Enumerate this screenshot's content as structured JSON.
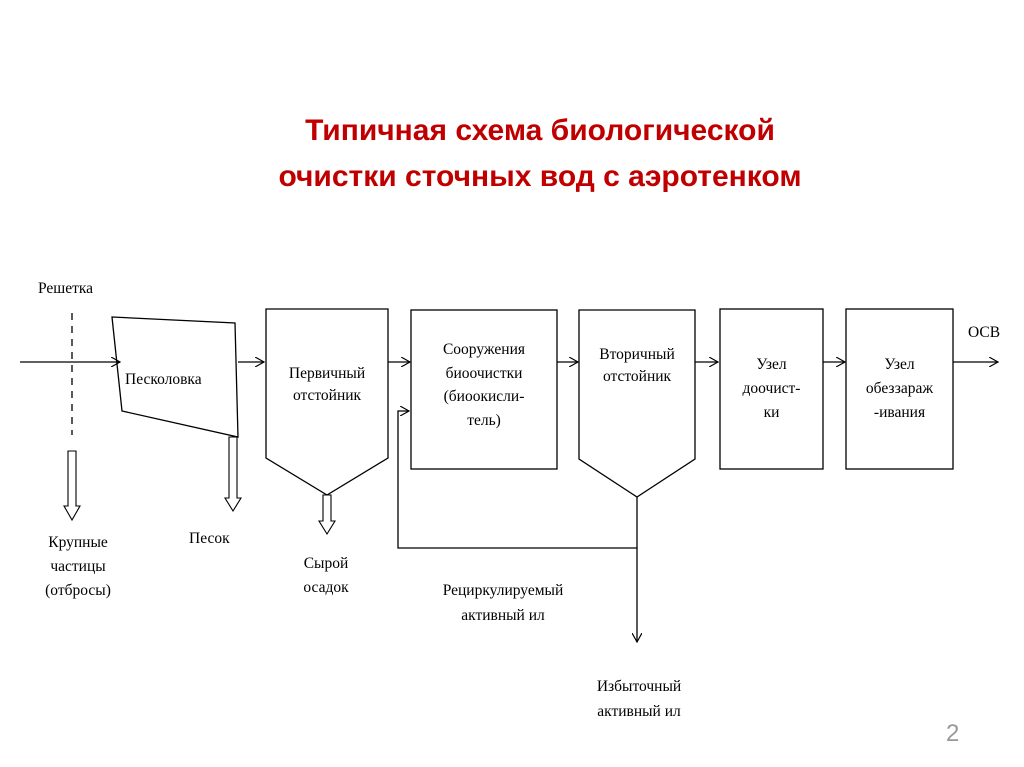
{
  "title": {
    "line1": "Типичная схема биологической",
    "line2": "очистки сточных вод с аэротенком"
  },
  "colors": {
    "title": "#c00000",
    "lines": "#000000",
    "page_number": "#999999"
  },
  "labels": {
    "screen": "Решетка",
    "sand_trap": "Песколовка",
    "primary_settler": [
      "Первичный",
      "отстойник"
    ],
    "bio_treatment": [
      "Сооружения",
      "биоочистки",
      "(биоокисли-",
      "тель)"
    ],
    "secondary_settler": [
      "Вторичный",
      "отстойник"
    ],
    "post_treatment": [
      "Узел",
      "доочист-",
      "ки"
    ],
    "disinfection": [
      "Узел",
      "обеззараж",
      "-ивания"
    ],
    "output": "ОСВ",
    "coarse_particles": [
      "Крупные",
      "частицы",
      "(отбросы)"
    ],
    "sand": "Песок",
    "raw_sludge": [
      "Сырой",
      "осадок"
    ],
    "recirculated_sludge": [
      "Рециркулируемый",
      "активный ил"
    ],
    "excess_sludge": [
      "Избыточный",
      "активный ил"
    ]
  },
  "page_number": "2"
}
